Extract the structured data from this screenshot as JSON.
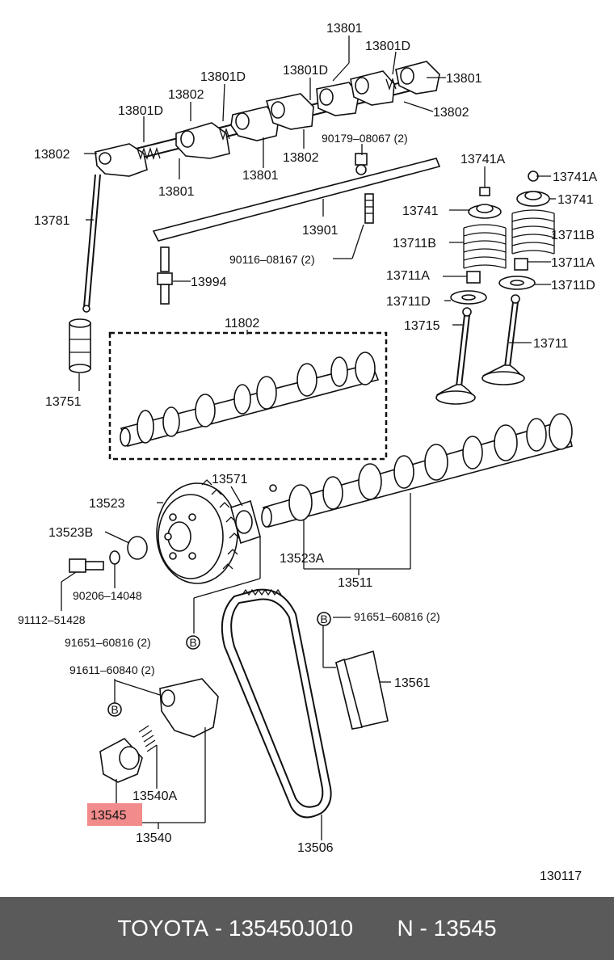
{
  "diagram": {
    "ref_code": "130117",
    "highlight_color": "#f28b8b",
    "labels": {
      "l13801_top": "13801",
      "l13801D_a": "13801D",
      "l13801_r": "13801",
      "l13801D_b": "13801D",
      "l13802_r": "13802",
      "l13801D_c": "13801D",
      "l13802_a": "13802",
      "l13801D_d": "13801D",
      "l13802_l": "13802",
      "l13801_l": "13801",
      "l13801_m": "13801",
      "l13802_m": "13802",
      "l90179": "90179–08067 (2)",
      "l13781": "13781",
      "l13901": "13901",
      "l90116": "90116–08167 (2)",
      "l13994": "13994",
      "l13741A_l": "13741A",
      "l13741A_r": "13741A",
      "l13741_l": "13741",
      "l13741_r": "13741",
      "l13711B_l": "13711B",
      "l13711B_r": "13711B",
      "l13711A_l": "13711A",
      "l13711A_r": "13711A",
      "l13711D_l": "13711D",
      "l13711D_r": "13711D",
      "l13715": "13715",
      "l13711": "13711",
      "l11802": "11802",
      "l13751": "13751",
      "l13523": "13523",
      "l13571": "13571",
      "l13523B": "13523B",
      "l13523A": "13523A",
      "l13511": "13511",
      "l90206": "90206–14048",
      "l91112": "91112–51428",
      "l91651_l": "91651–60816 (2)",
      "l91651_r": "91651–60816 (2)",
      "l91611": "91611–60840 (2)",
      "l13561": "13561",
      "l13540A": "13540A",
      "l13545": "13545",
      "l13540": "13540",
      "l13506": "13506",
      "b_marker": "B"
    }
  },
  "footer": {
    "brand": "TOYOTA",
    "sep1": " - ",
    "part_number": "135450J010",
    "gap": "       ",
    "n_prefix": "N",
    "sep2": " - ",
    "n_number": "13545"
  }
}
